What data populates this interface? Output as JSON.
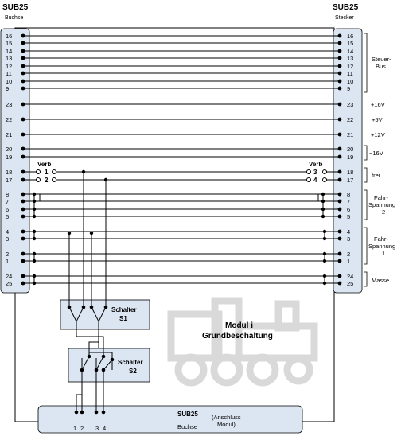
{
  "left_connector": {
    "title": "SUB25",
    "subtitle": "Buchse"
  },
  "right_connector": {
    "title": "SUB25",
    "subtitle": "Stecker"
  },
  "pins": [
    "16",
    "15",
    "14",
    "13",
    "12",
    "11",
    "10",
    "9",
    "23",
    "22",
    "21",
    "20",
    "19",
    "18",
    "17",
    "8",
    "7",
    "6",
    "5",
    "4",
    "3",
    "2",
    "1",
    "24",
    "25"
  ],
  "verb": {
    "left_label": "Verb",
    "right_label": "Verb",
    "left_1": "1",
    "left_2": "2",
    "right_3": "3",
    "right_4": "4"
  },
  "groups": {
    "steuer_line1": "Steuer-",
    "steuer_line2": "Bus",
    "p16v": "+16V",
    "p5v": "+5V",
    "p12v": "+12V",
    "ac16v": "~16V",
    "frei": "frei",
    "fahr2_line1": "Fahr-",
    "fahr2_line2": "Spannung",
    "fahr2_line3": "2",
    "fahr1_line1": "Fahr-",
    "fahr1_line2": "Spannung",
    "fahr1_line3": "1",
    "masse": "Masse"
  },
  "switch1": {
    "line1": "Schalter",
    "line2": "S1"
  },
  "switch2": {
    "line1": "Schalter",
    "line2": "S2"
  },
  "module": {
    "line1": "Modul i",
    "line2": "Grundbeschaltung"
  },
  "bottom_connector": {
    "title": "SUB25",
    "subtitle": "Buchse",
    "note_line1": "(Anschluss",
    "note_line2": "Modul)",
    "pin_1": "1",
    "pin_2": "2",
    "pin_3": "3",
    "pin_4": "4"
  },
  "colors": {
    "connector_fill": "#dce6f2",
    "switch_fill": "#dce6f2",
    "line": "#000000",
    "watermark": "#d9d9d9"
  }
}
